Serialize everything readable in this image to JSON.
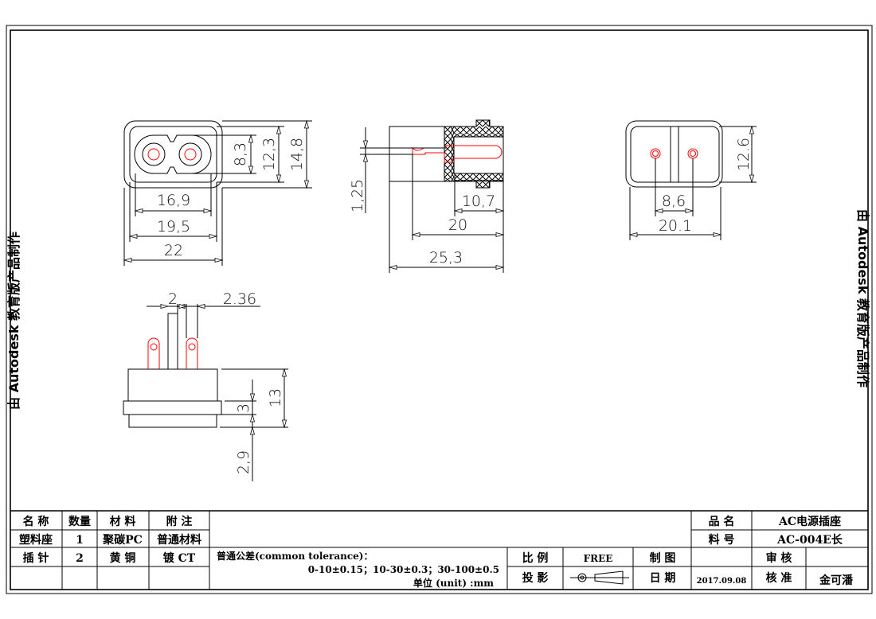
{
  "watermark": "由 Autodesk 教育版产品制作",
  "colors": {
    "line": "#000000",
    "pin": "#ff0000"
  },
  "front_view": {
    "dims": [
      "16,9",
      "19,5",
      "22",
      "8,3",
      "12,3",
      "14,8"
    ]
  },
  "side_view": {
    "dims": [
      "1,25",
      "10,7",
      "20",
      "25,3"
    ]
  },
  "rear_view": {
    "dims": [
      "8,6",
      "20.1",
      "12.6"
    ]
  },
  "bottom_view": {
    "dims": [
      "2",
      "2.36",
      "13",
      "3",
      "2,9"
    ]
  },
  "title_block": {
    "headers": [
      "名 称",
      "数量",
      "材 料",
      "附  注"
    ],
    "rows": [
      [
        "塑料座",
        "1",
        "聚碳PC",
        "普通材料"
      ],
      [
        "插 针",
        "2",
        "黄 铜",
        "镀 CT"
      ]
    ],
    "tolerance_label": "普通公差(common tolerance)：",
    "tolerance_values": "0-10±0.15；10-30±0.3；30-100±0.5",
    "unit": "单位 (unit) :mm",
    "scale_label": "比 例",
    "scale_value": "FREE",
    "projection_label": "投 影",
    "drawn_label": "制 图",
    "date_label": "日 期",
    "date_value": "2017.09.08",
    "product_name_label": "品 名",
    "product_name": "AC电源插座",
    "part_no_label": "料 号",
    "part_no": "AC-004E长",
    "review_label": "审 核",
    "approve_label": "核 准",
    "approver": "金可潘"
  }
}
